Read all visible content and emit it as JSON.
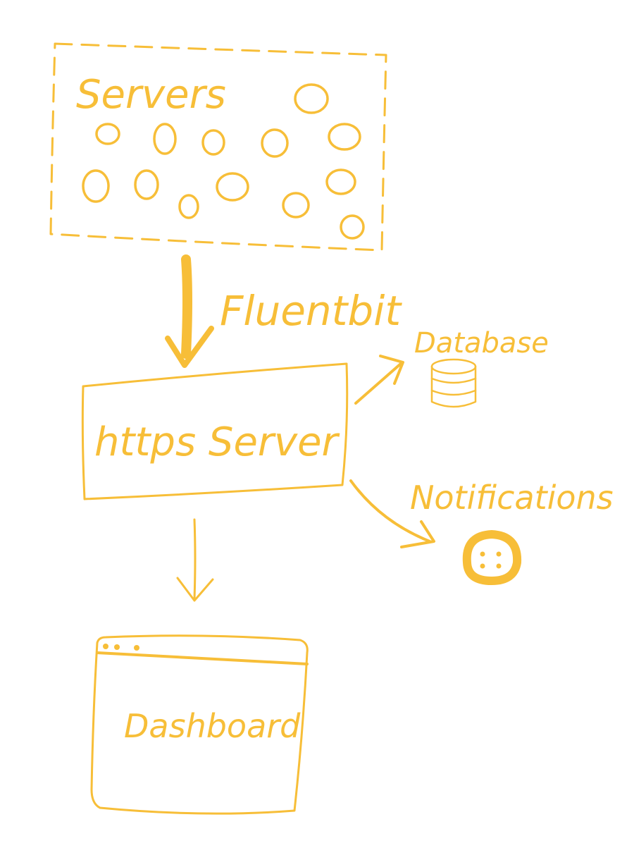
{
  "diagram": {
    "nodes": {
      "servers": {
        "label": "Servers"
      },
      "fluentbit": {
        "label": "Fluentbit"
      },
      "https_server": {
        "label": "https Server"
      },
      "database": {
        "label": "Database"
      },
      "notifications": {
        "label": "Notifications"
      },
      "dashboard": {
        "label": "Dashboard"
      }
    },
    "edges": [
      {
        "from": "servers",
        "to": "https_server",
        "label_ref": "fluentbit"
      },
      {
        "from": "https_server",
        "to": "database"
      },
      {
        "from": "https_server",
        "to": "notifications"
      },
      {
        "from": "https_server",
        "to": "dashboard"
      }
    ]
  },
  "colors": {
    "ink": "#F7BE38",
    "background": "#FFFFFF"
  },
  "icons": {
    "server": "circle-icon",
    "database": "database-icon",
    "notifications": "notification-bell-icon",
    "dashboard": "browser-window-icon"
  }
}
